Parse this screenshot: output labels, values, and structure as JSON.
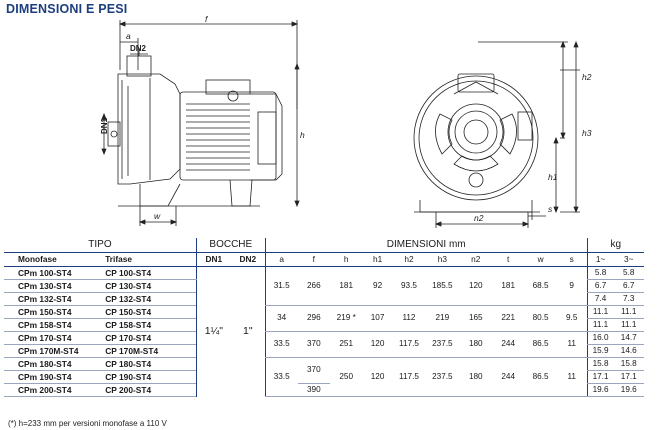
{
  "title": "DIMENSIONI E PESI",
  "drawing_labels": {
    "f": "f",
    "a": "a",
    "dn2": "DN2",
    "dn1": "DN1",
    "h": "h",
    "w": "w",
    "h1": "h1",
    "h2": "h2",
    "h3": "h3",
    "n2": "n2",
    "s": "s"
  },
  "table": {
    "groups": {
      "tipo": "TIPO",
      "bocche": "BOCCHE",
      "dimensioni": "DIMENSIONI mm",
      "kg": "kg"
    },
    "sub": {
      "monofase": "Monofase",
      "trifase": "Trifase",
      "dn1": "DN1",
      "dn2": "DN2",
      "a": "a",
      "f": "f",
      "h": "h",
      "h1": "h1",
      "h2": "h2",
      "h3": "h3",
      "n2": "n2",
      "t": "t",
      "w": "w",
      "s": "s",
      "k1": "1~",
      "k3": "3~"
    },
    "rows": [
      {
        "mono": "CPm 100-ST4",
        "tri": "CP 100-ST4",
        "kg1": "5.8",
        "kg3": "5.8"
      },
      {
        "mono": "CPm 130-ST4",
        "tri": "CP 130-ST4",
        "kg1": "6.7",
        "kg3": "6.7"
      },
      {
        "mono": "CPm 132-ST4",
        "tri": "CP 132-ST4",
        "kg1": "7.4",
        "kg3": "7.3"
      },
      {
        "mono": "CPm 150-ST4",
        "tri": "CP 150-ST4",
        "kg1": "11.1",
        "kg3": "11.1"
      },
      {
        "mono": "CPm 158-ST4",
        "tri": "CP 158-ST4",
        "kg1": "11.1",
        "kg3": "11.1"
      },
      {
        "mono": "CPm 170-ST4",
        "tri": "CP 170-ST4",
        "kg1": "16.0",
        "kg3": "14.7"
      },
      {
        "mono": "CPm 170M-ST4",
        "tri": "CP 170M-ST4",
        "kg1": "15.9",
        "kg3": "14.6"
      },
      {
        "mono": "CPm 180-ST4",
        "tri": "CP 180-ST4",
        "kg1": "15.8",
        "kg3": "15.8"
      },
      {
        "mono": "CPm 190-ST4",
        "tri": "CP 190-ST4",
        "kg1": "17.1",
        "kg3": "17.1"
      },
      {
        "mono": "CPm 200-ST4",
        "tri": "CP 200-ST4",
        "kg1": "19.6",
        "kg3": "19.6"
      }
    ],
    "bocche": {
      "dn1": "1¼\"",
      "dn2": "1\""
    },
    "g1": {
      "a": "31.5",
      "f": "266",
      "h": "181",
      "h1": "92",
      "h2": "93.5",
      "h3": "185.5",
      "n2": "120",
      "t": "181",
      "w": "68.5",
      "s": "9"
    },
    "g2": {
      "a": "34",
      "f": "296",
      "h": "219 *",
      "h1": "107",
      "h2": "112",
      "h3": "219",
      "n2": "165",
      "t": "221",
      "w": "80.5",
      "s": "9.5"
    },
    "g3": {
      "a": "33.5",
      "f": "370",
      "h": "251",
      "h1": "120",
      "h2": "117.5",
      "h3": "237.5",
      "n2": "180",
      "t": "244",
      "w": "86.5",
      "s": "11"
    },
    "g4": {
      "a": "33.5",
      "f1": "370",
      "f2": "390",
      "h": "250",
      "h1": "120",
      "h2": "117.5",
      "h3": "237.5",
      "n2": "180",
      "t": "244",
      "w": "86.5",
      "s": "11"
    }
  },
  "footnote": "(*) h=233 mm per versioni monofase a 110 V"
}
